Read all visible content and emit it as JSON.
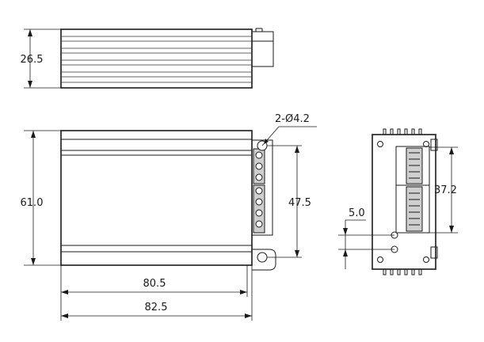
{
  "drawing": {
    "title": "",
    "dimensions": {
      "top_height": "26.5",
      "front_height": "61.0",
      "mount_spacing": "47.5",
      "hole_spec": "2-Ø4.2",
      "inner_length": "80.5",
      "overall_length": "82.5",
      "side_height": "37.2",
      "side_offset": "5.0"
    },
    "views": [
      "top-view",
      "front-view",
      "side-view"
    ],
    "colors": {
      "line": "#1a1a1a",
      "terminal_fill": "#cfcfcf",
      "background": "#ffffff"
    }
  }
}
